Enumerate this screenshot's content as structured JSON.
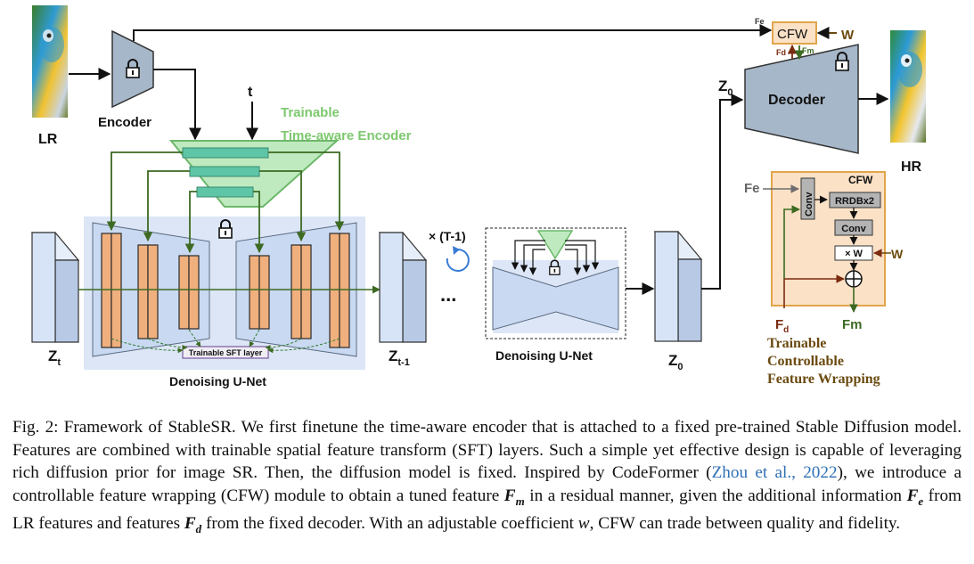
{
  "diagram": {
    "lr_label": "LR",
    "hr_label": "HR",
    "encoder_label": "Encoder",
    "decoder_label": "Decoder",
    "t_label": "t",
    "trainable_line1": "Trainable",
    "trainable_line2": "Time-aware Encoder",
    "sft_label": "Trainable SFT layer",
    "unet_label": "Denoising U-Net",
    "unet2_label": "Denoising U-Net",
    "zt_main": "Z",
    "zt_sub": "t",
    "zt1_main": "Z",
    "zt1_sub": "t-1",
    "z0_main": "Z",
    "z0_sub": "0",
    "z0_top_main": "Z",
    "z0_top_sub": "0",
    "repeat_label": "× (T-1)",
    "dots_label": "...",
    "cfw_top_label": "CFW",
    "w_top": "W",
    "fe_top": "Fe",
    "fd_top": "Fd",
    "fm_top": "Fm",
    "cfw_box_title": "CFW",
    "cfw_fe": "Fe",
    "cfw_conv_vertical": "Conv",
    "cfw_rrdb": "RRDBx2",
    "cfw_conv": "Conv",
    "cfw_xw": "× W",
    "cfw_w": "W",
    "cfw_fd_main": "F",
    "cfw_fd_sub": "d",
    "cfw_fm": "Fm",
    "tcfw_line1": "Trainable",
    "tcfw_line2": "Controllable",
    "tcfw_line3": "Feature Wrapping",
    "colors": {
      "encoder_fill": "#a6b7c9",
      "unet_bg": "#dce6f6",
      "latent_fill": "#d7e4f7",
      "orange": "#f0b07e",
      "green_fill": "#bfeac0",
      "green_bar": "#5ec5a6",
      "cfw_bg": "#fbe1c6",
      "cfw_border": "#e1a54b",
      "arrow_green": "#3d6a22",
      "arrow_brown": "#7b2b10"
    }
  },
  "caption": {
    "p1": "Fig. 2: Framework of StableSR. We first finetune the time-aware encoder that is attached to a fixed pre-trained Stable Diffusion model. Features are combined with trainable spatial feature transform (SFT) layers. Such a simple yet effective design is capable of leveraging rich diffusion prior for image SR. Then, the diffusion model is fixed. Inspired by CodeFormer (",
    "cite": "Zhou et al., 2022",
    "p2": "), we introduce a controllable feature wrapping (CFW) module to obtain a tuned feature ",
    "fm_main": "F",
    "fm_sub": "m",
    "p3": " in a residual manner, given the additional information ",
    "fe_main": "F",
    "fe_sub": "e",
    "p4": " from LR features and features ",
    "fd_main": "F",
    "fd_sub": "d",
    "p5": " from the fixed decoder. With an adjustable coefficient ",
    "w_sym": "w",
    "p6": ", CFW can trade between quality and fidelity."
  }
}
